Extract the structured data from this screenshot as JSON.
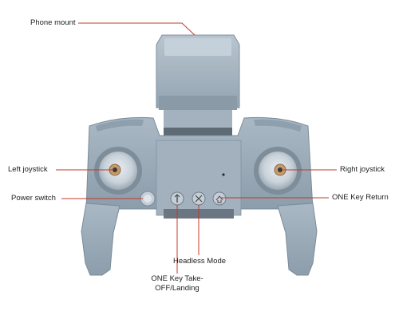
{
  "labels": {
    "phone_mount": "Phone mount",
    "left_joystick": "Left joystick",
    "right_joystick": "Right joystick",
    "power_switch": "Power switch",
    "one_key_return": "ONE Key Return",
    "headless_mode": "Headless Mode",
    "takeoff_line1": "ONE Key Take-",
    "takeoff_line2": "OFF/Landing"
  },
  "colors": {
    "body": "#97a8b6",
    "body_dark": "#7d8d9a",
    "leader_line": "#c0392b",
    "text": "#222222"
  },
  "icons": {
    "button_1": "takeoff-landing-icon",
    "button_2": "headless-mode-icon",
    "button_3": "return-home-icon"
  }
}
